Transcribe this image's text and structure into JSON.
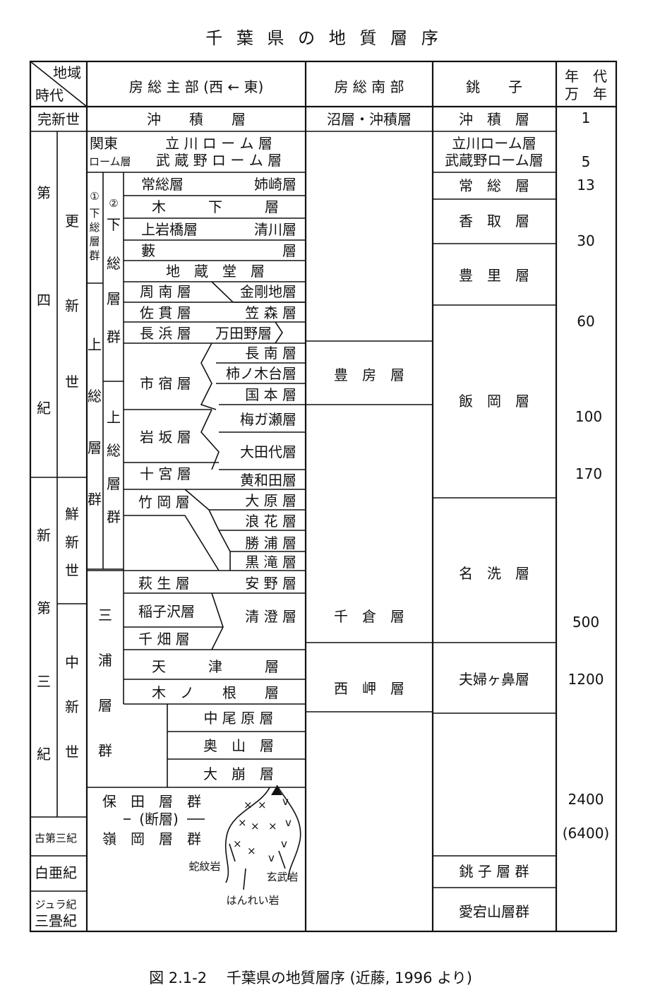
{
  "title": "千 葉 県 の 地 質 層 序",
  "caption": "図 2.1-2　 千葉県の地質層序 (近藤, 1996 より)",
  "header": {
    "chiiki": "地域",
    "jidai": "時代",
    "boso_main": "房 総 主 部 (西 ← 東)",
    "boso_south": "房 総 南 部",
    "choshi": "銚　　子",
    "nendai_1": "年　代",
    "nendai_2": "万　年"
  },
  "periods": {
    "kanshinsei": "完新世",
    "daiyonki": "第四紀",
    "koshinsei": "更新世",
    "shindaisanki": "新第三紀",
    "senshinsei": "鮮新世",
    "chushinsei": "中新世",
    "kodaisanki": "古第三紀",
    "hakuaki": "白亜紀",
    "jurakki": "ジュラ紀",
    "sanjoki": "三畳紀"
  },
  "groups": {
    "kanto_loam_1": "関東",
    "kanto_loam_2": "ローム層",
    "shimousa_a": "①下総層群",
    "shimousa_b": "②下総層群",
    "kazusa_a": "上総層群",
    "kazusa_b": "上総層群",
    "miura": "三浦層群"
  },
  "boso_main_layers": {
    "chuseki": "沖　　積　　層",
    "tachikawa": "立 川 ロ ー ム 層",
    "musashino": "武 蔵 野 ロ ー ム 層",
    "joso": "常総層",
    "anegasaki": "姉崎層",
    "kioroshi": "木　　　下　　　層",
    "kamiiwahashi": "上岩橋層",
    "kiyokawa": "清川層",
    "yabu_char": "藪",
    "yabu_suffix": "層",
    "jizodo": "地　蔵　堂　層",
    "shuunan": "周 南 層",
    "kongochi": "金剛地層",
    "sanuki": "佐 貫 層",
    "kasamori": "笠 森 層",
    "nagahama": "長 浜 層",
    "mandano": "万田野層",
    "chonan": "長 南 層",
    "kakinokidai": "柿ノ木台層",
    "ichijuku": "市 宿 層",
    "kokumoto": "国 本 層",
    "umegase": "梅ガ瀬層",
    "iwasaka": "岩 坂 層",
    "otadai": "大田代層",
    "jumiya": "十 宮 層",
    "kowada": "黄和田層",
    "takeoka": "竹 岡 層",
    "ohara": "大 原 層",
    "namihana": "浪 花 層",
    "katsuura": "勝 浦 層",
    "kurotaki": "黒 滝 層",
    "hagyu": "萩 生 層",
    "anno": "安 野 層",
    "inakozawa": "稲子沢層",
    "kiyosumi": "清 澄 層",
    "senbata": "千 畑 層",
    "amatsu": "天　　　津　　　層",
    "kinone": "木　ノ　　根　　層",
    "nakaobara": "中 尾 原 層",
    "okuyama": "奥　山　層",
    "okuzure": "大　崩　層",
    "hota": "保　田　層　群",
    "fault": "(断層)",
    "mineoka": "嶺　岡　層　群",
    "serpentinite": "蛇紋岩",
    "basalt": "玄武岩",
    "gabbro": "はんれい岩"
  },
  "boso_south_layers": {
    "numa": "沼層・沖積層",
    "toyofusa": "豊　房　層",
    "chikura": "千　倉　層",
    "nishimisaki": "西　岬　層"
  },
  "choshi_layers": {
    "chuseki": "沖　積　層",
    "tachikawa": "立川ローム層",
    "musashino": "武蔵野ローム層",
    "joso": "常　総　層",
    "katori": "香　取　層",
    "toyosato": "豊　里　層",
    "iioka": "飯　岡　層",
    "naarai": "名　洗　層",
    "myobugahana": "夫婦ヶ鼻層",
    "choshi_group": "銚 子 層 群",
    "atagoyama": "愛宕山層群"
  },
  "ages": {
    "a1": "1",
    "a5": "5",
    "a13": "13",
    "a30": "30",
    "a60": "60",
    "a100": "100",
    "a170": "170",
    "a500": "500",
    "a1200": "1200",
    "a2400": "2400",
    "a6400": "(6400)"
  }
}
